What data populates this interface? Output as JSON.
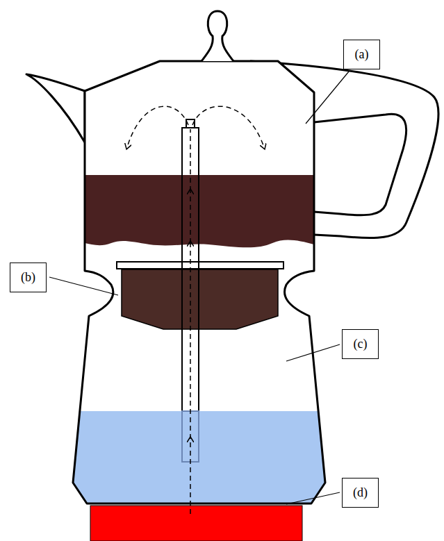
{
  "diagram": {
    "nodes": [
      {
        "text": [
          "(a)"
        ]
      },
      {
        "text": [
          "(b)"
        ]
      },
      {
        "text": [
          "(c)"
        ]
      },
      {
        "text": [
          "(d)"
        ]
      }
    ]
  }
}
